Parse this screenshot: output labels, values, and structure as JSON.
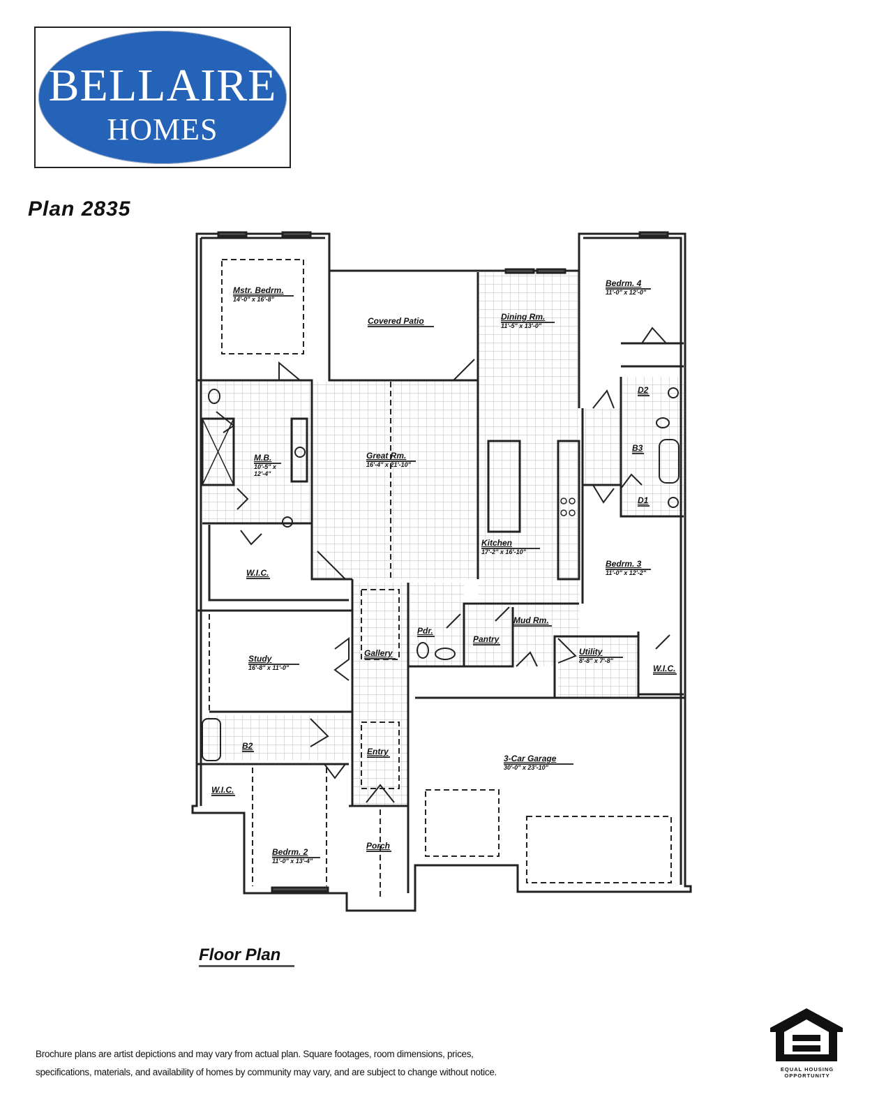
{
  "brand": {
    "line1": "BELLAIRE",
    "line2": "HOMES",
    "oval_color": "#2563b8"
  },
  "plan": {
    "title": "Plan 2835",
    "caption": "Floor Plan"
  },
  "rooms": [
    {
      "id": "mstr-bedrm",
      "name": "Mstr. Bedrm.",
      "dims": "14'-0\" x 16'-8\""
    },
    {
      "id": "covered-patio",
      "name": "Covered Patio",
      "dims": ""
    },
    {
      "id": "dining-rm",
      "name": "Dining Rm.",
      "dims": "11'-5\" x 13'-0\""
    },
    {
      "id": "bedrm-4",
      "name": "Bedrm. 4",
      "dims": "11'-0\" x 12'-0\""
    },
    {
      "id": "mb",
      "name": "M.B.",
      "dims": "10'-5\" x 12'-4\""
    },
    {
      "id": "great-rm",
      "name": "Great Rm.",
      "dims": "16'-4\" x 21'-10\""
    },
    {
      "id": "d2",
      "name": "D2",
      "dims": ""
    },
    {
      "id": "b3",
      "name": "B3",
      "dims": ""
    },
    {
      "id": "d1",
      "name": "D1",
      "dims": ""
    },
    {
      "id": "kitchen",
      "name": "Kitchen",
      "dims": "17'-2\" x 16'-10\""
    },
    {
      "id": "bedrm-3",
      "name": "Bedrm. 3",
      "dims": "11'-0\" x 12'-2\""
    },
    {
      "id": "wic-master",
      "name": "W.I.C.",
      "dims": ""
    },
    {
      "id": "mud-rm",
      "name": "Mud Rm.",
      "dims": ""
    },
    {
      "id": "pdr",
      "name": "Pdr.",
      "dims": ""
    },
    {
      "id": "pantry",
      "name": "Pantry",
      "dims": ""
    },
    {
      "id": "gallery",
      "name": "Gallery",
      "dims": ""
    },
    {
      "id": "utility",
      "name": "Utility",
      "dims": "8'-8\" x 7'-8\""
    },
    {
      "id": "wic-bed3",
      "name": "W.I.C.",
      "dims": ""
    },
    {
      "id": "study",
      "name": "Study",
      "dims": "16'-8\" x 11'-0\""
    },
    {
      "id": "b2",
      "name": "B2",
      "dims": ""
    },
    {
      "id": "entry",
      "name": "Entry",
      "dims": ""
    },
    {
      "id": "garage",
      "name": "3-Car Garage",
      "dims": "30'-0\" x 23'-10\""
    },
    {
      "id": "wic-bed2",
      "name": "W.I.C.",
      "dims": ""
    },
    {
      "id": "bedrm-2",
      "name": "Bedrm. 2",
      "dims": "11'-0\" x 13'-4\""
    },
    {
      "id": "porch",
      "name": "Porch",
      "dims": ""
    }
  ],
  "disclaimer": {
    "line1": "Brochure plans are artist depictions and may vary from actual plan.  Square footages, room dimensions, prices,",
    "line2": "specifications, materials, and availability of homes by community may vary, and are subject to change without notice."
  },
  "equal_housing": {
    "icon": "equal-housing-icon",
    "line1": "EQUAL HOUSING",
    "line2": "OPPORTUNITY"
  }
}
